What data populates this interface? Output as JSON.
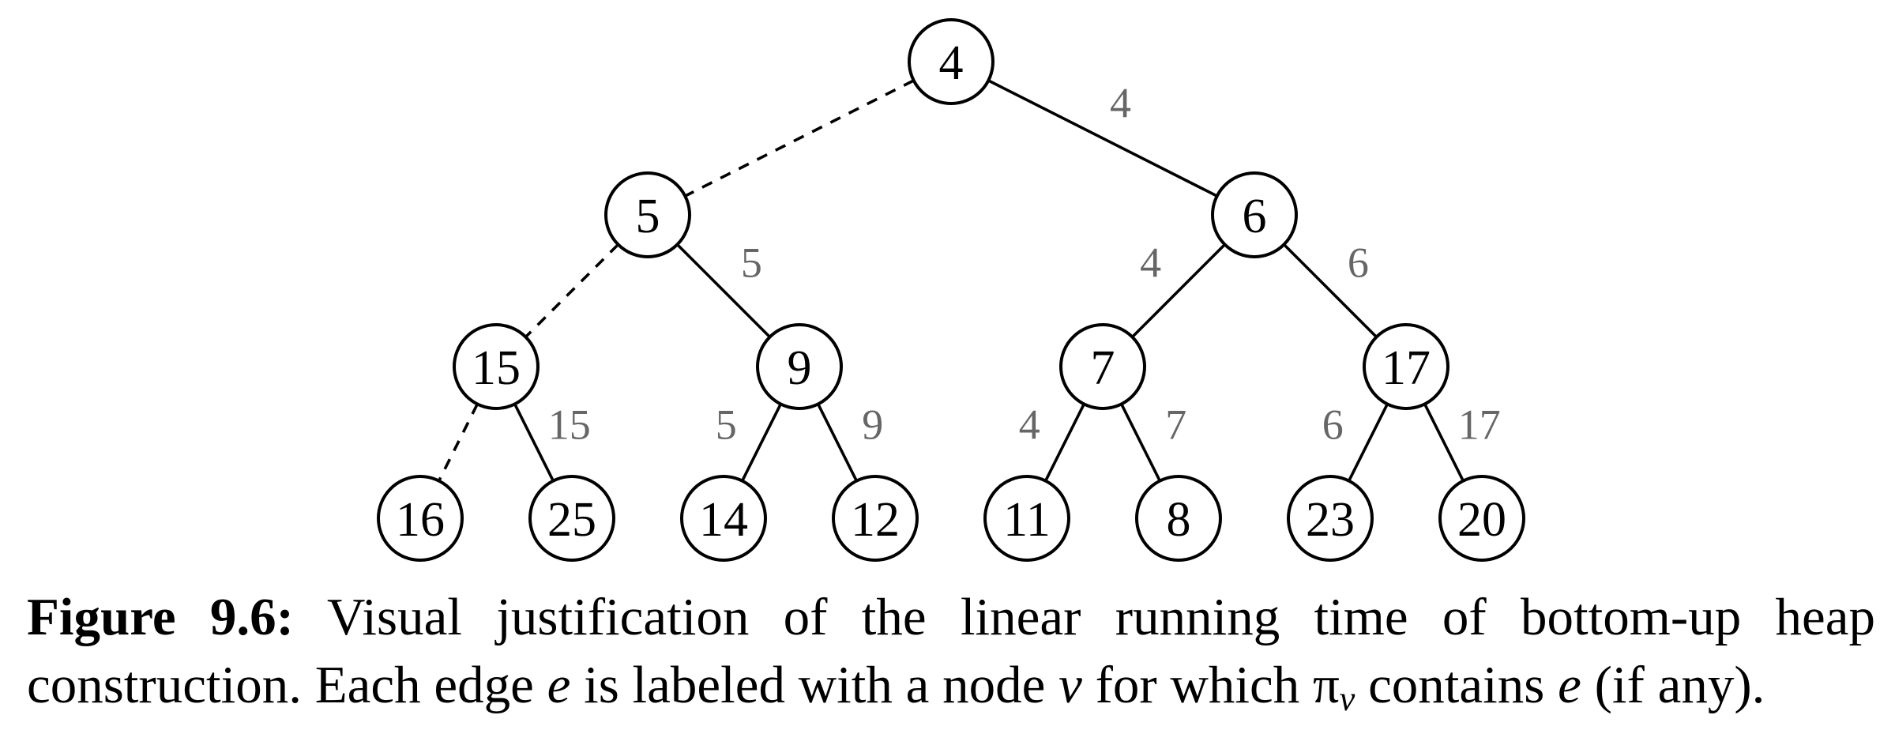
{
  "tree": {
    "nodes": [
      {
        "id": "n0",
        "label": "4"
      },
      {
        "id": "n1",
        "label": "5"
      },
      {
        "id": "n2",
        "label": "6"
      },
      {
        "id": "n3",
        "label": "15"
      },
      {
        "id": "n4",
        "label": "9"
      },
      {
        "id": "n5",
        "label": "7"
      },
      {
        "id": "n6",
        "label": "17"
      },
      {
        "id": "n7",
        "label": "16"
      },
      {
        "id": "n8",
        "label": "25"
      },
      {
        "id": "n9",
        "label": "14"
      },
      {
        "id": "n10",
        "label": "12"
      },
      {
        "id": "n11",
        "label": "11"
      },
      {
        "id": "n12",
        "label": "8"
      },
      {
        "id": "n13",
        "label": "23"
      },
      {
        "id": "n14",
        "label": "20"
      }
    ],
    "edges": [
      {
        "from": "n0",
        "to": "n1",
        "label": "",
        "dashed": true
      },
      {
        "from": "n0",
        "to": "n2",
        "label": "4",
        "dashed": false
      },
      {
        "from": "n1",
        "to": "n3",
        "label": "",
        "dashed": true
      },
      {
        "from": "n1",
        "to": "n4",
        "label": "5",
        "dashed": false
      },
      {
        "from": "n2",
        "to": "n5",
        "label": "4",
        "dashed": false
      },
      {
        "from": "n2",
        "to": "n6",
        "label": "6",
        "dashed": false
      },
      {
        "from": "n3",
        "to": "n7",
        "label": "",
        "dashed": true
      },
      {
        "from": "n3",
        "to": "n8",
        "label": "15",
        "dashed": false
      },
      {
        "from": "n4",
        "to": "n9",
        "label": "5",
        "dashed": false
      },
      {
        "from": "n4",
        "to": "n10",
        "label": "9",
        "dashed": false
      },
      {
        "from": "n5",
        "to": "n11",
        "label": "4",
        "dashed": false
      },
      {
        "from": "n5",
        "to": "n12",
        "label": "7",
        "dashed": false
      },
      {
        "from": "n6",
        "to": "n13",
        "label": "6",
        "dashed": false
      },
      {
        "from": "n6",
        "to": "n14",
        "label": "17",
        "dashed": false
      }
    ]
  },
  "caption": {
    "label": "Figure 9.6:",
    "text_1": " Visual justification of the linear running time of bottom-up heap construction. Each edge ",
    "var_e": "e",
    "text_2": " is labeled with a node ",
    "var_v": "v",
    "text_3": " for which ",
    "pi": "π",
    "pi_sub": "v",
    "text_4": " contains ",
    "var_e2": "e",
    "text_5": " (if any)."
  },
  "colors": {
    "node_stroke": "#000000",
    "edge_label": "#666666",
    "background": "#ffffff"
  }
}
